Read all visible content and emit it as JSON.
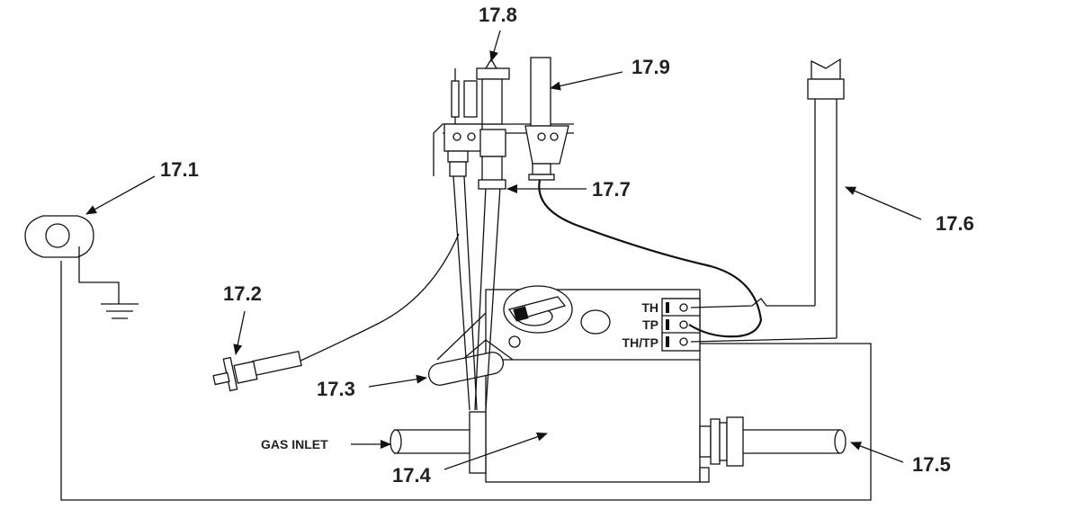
{
  "labels": {
    "l171": "17.1",
    "l172": "17.2",
    "l173": "17.3",
    "l174": "17.4",
    "l175": "17.5",
    "l176": "17.6",
    "l177": "17.7",
    "l178": "17.8",
    "l179": "17.9",
    "gas_inlet": "GAS INLET"
  },
  "terminals": {
    "th": "TH",
    "tp": "TP",
    "thtp": "TH/TP"
  }
}
